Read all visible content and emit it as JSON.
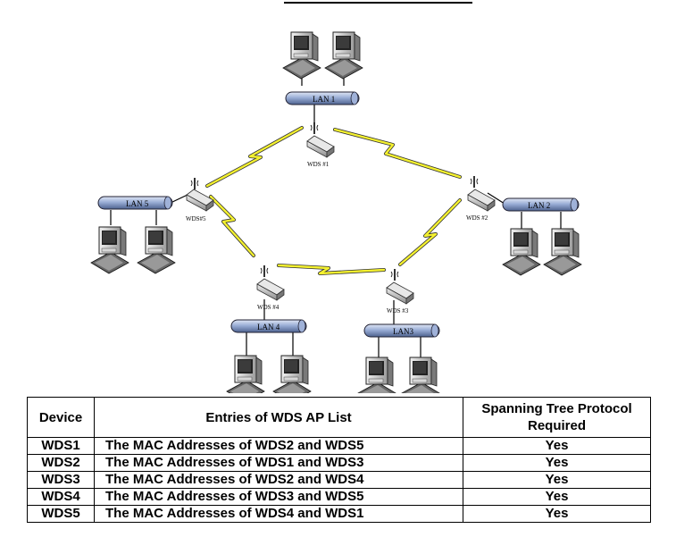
{
  "nodes": {
    "lan1": "LAN 1",
    "lan2": "LAN 2",
    "lan3": "LAN3",
    "lan4": "LAN 4",
    "lan5": "LAN 5",
    "wds1": "WDS #1",
    "wds2": "WDS #2",
    "wds3": "WDS #3",
    "wds4": "WDS #4",
    "wds5": "WDS#5"
  },
  "table": {
    "headers": [
      "Device",
      "Entries of WDS AP List",
      "Spanning Tree Protocol Required"
    ],
    "rows": [
      [
        "WDS1",
        "The MAC Addresses of WDS2 and WDS5",
        "Yes"
      ],
      [
        "WDS2",
        "The MAC Addresses of WDS1 and WDS3",
        "Yes"
      ],
      [
        "WDS3",
        "The MAC Addresses of WDS2 and WDS4",
        "Yes"
      ],
      [
        "WDS4",
        "The MAC Addresses of WDS3 and WDS5",
        "Yes"
      ],
      [
        "WDS5",
        "The MAC Addresses of WDS4 and WDS1",
        "Yes"
      ]
    ]
  }
}
